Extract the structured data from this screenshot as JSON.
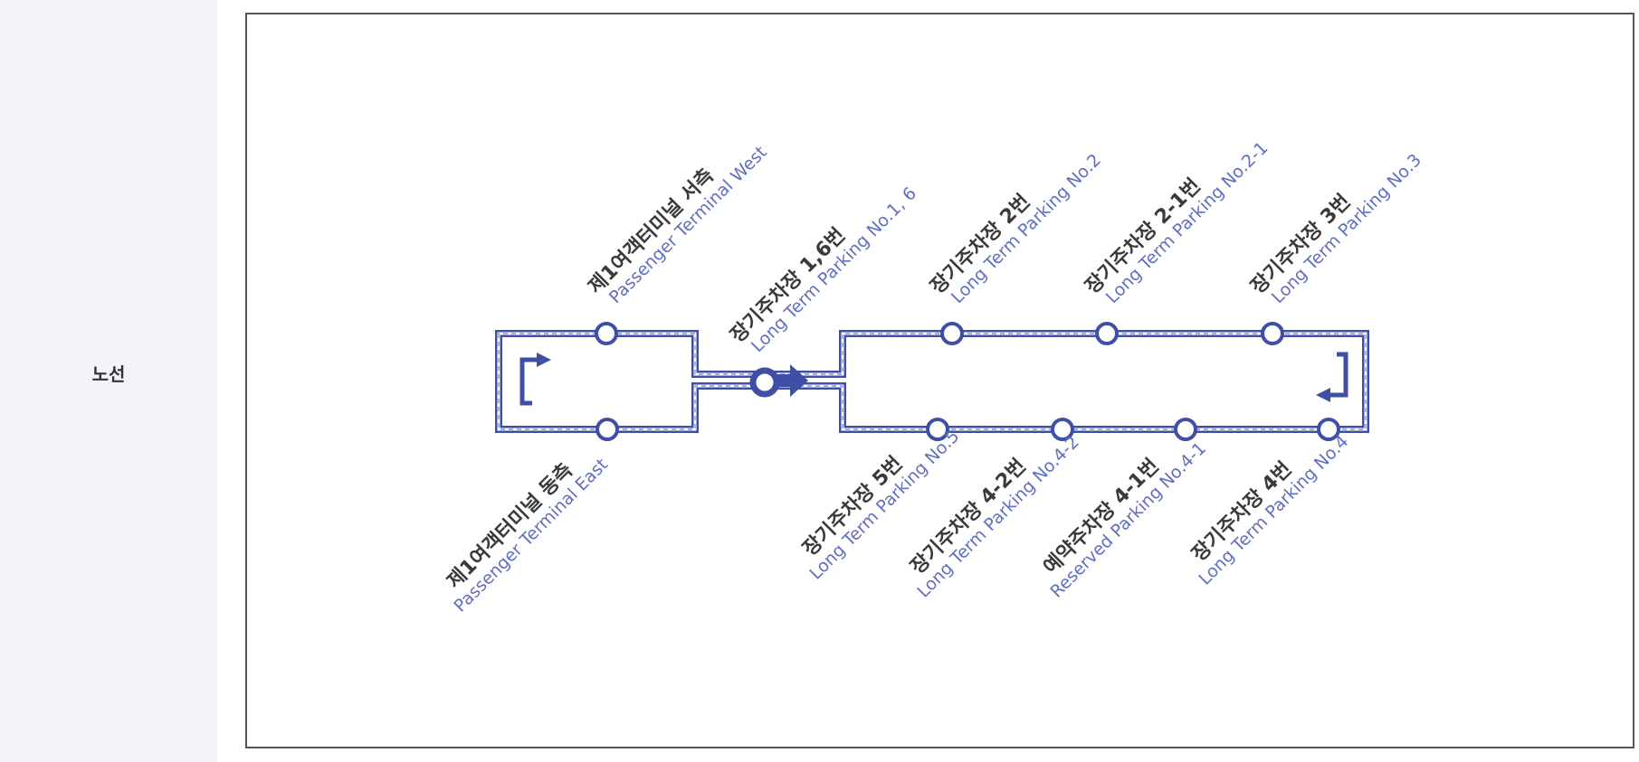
{
  "row_label": "노선",
  "colors": {
    "route": "#3f4fa5",
    "label_en": "#5f6fc2",
    "label_ko": "#3a3a3a",
    "sidebar_bg": "#f2f3f7"
  },
  "icons": {
    "start": "start-arrow-icon",
    "turn_left": "turn-arrow-icon",
    "turn_right": "return-arrow-icon"
  },
  "stops": [
    {
      "ko": "제1여객터미널 서측",
      "en": "Passenger Terminal West"
    },
    {
      "ko": "장기주차장 1,6번",
      "en": "Long Term Parking No.1, 6"
    },
    {
      "ko": "장기주차장 2번",
      "en": "Long Term Parking No.2"
    },
    {
      "ko": "장기주차장 2-1번",
      "en": "Long Term Parking No.2-1"
    },
    {
      "ko": "장기주차장 3번",
      "en": "Long Term Parking No.3"
    },
    {
      "ko": "장기주차장 4번",
      "en": "Long Term Parking No.4"
    },
    {
      "ko": "예약주차장 4-1번",
      "en": "Reserved Parking No.4-1"
    },
    {
      "ko": "장기주차장 4-2번",
      "en": "Long Term Parking No.4-2"
    },
    {
      "ko": "장기주차장 5번",
      "en": "Long Term Parking No.5"
    },
    {
      "ko": "제1여객터미널 동측",
      "en": "Passenger Terminal East"
    }
  ]
}
